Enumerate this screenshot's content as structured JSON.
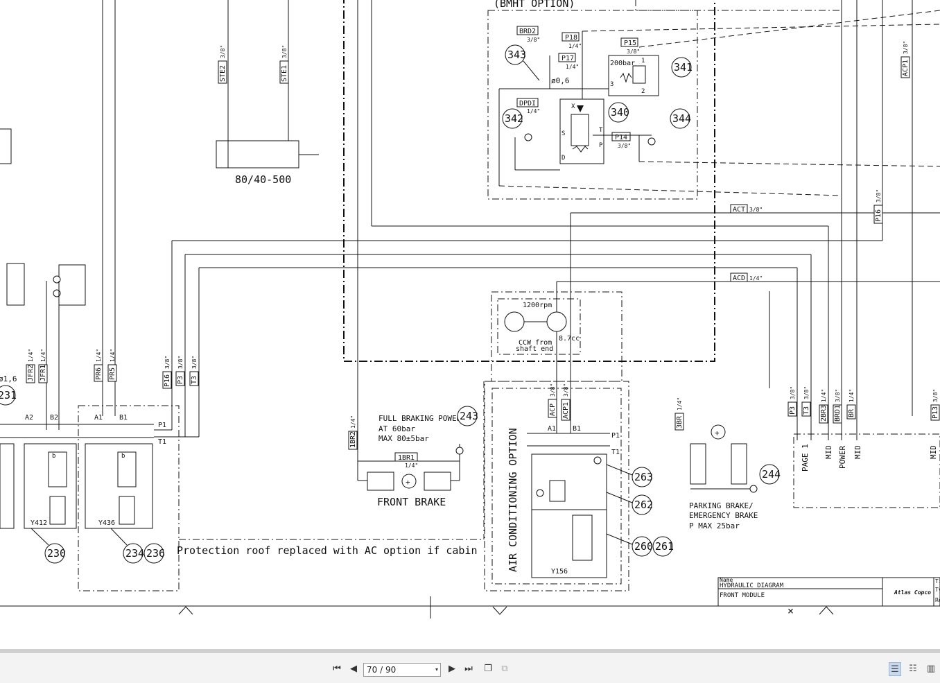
{
  "diagram": {
    "title_block": {
      "name_caption": "Name",
      "title": "HYDRAULIC DIAGRAM",
      "subtitle": "FRONT MODULE",
      "logo_text": "Atlas Copco",
      "edge_marks": [
        "Ti",
        "Tv",
        "Re"
      ]
    },
    "option_label": "(BMHT OPTION)",
    "cylinder_label": "80/40-500",
    "hose_tags": [
      {
        "tag": "STE2",
        "size": "3/8\""
      },
      {
        "tag": "STE1",
        "size": "3/8\""
      },
      {
        "tag": "BRD2",
        "size": "3/8\""
      },
      {
        "tag": "P18",
        "size": "1/4\""
      },
      {
        "tag": "P17",
        "size": "1/4\""
      },
      {
        "tag": "P15",
        "size": "3/8\""
      },
      {
        "tag": "DPDI",
        "size": "1/4\""
      },
      {
        "tag": "P14",
        "size": "3/8\""
      },
      {
        "tag": "ACP1",
        "size": "3/8\""
      },
      {
        "tag": "P16",
        "size": "3/8\""
      },
      {
        "tag": "ACT",
        "size": "3/8\""
      },
      {
        "tag": "ACD",
        "size": "1/4\""
      },
      {
        "tag": "JFR2",
        "size": "1/4\""
      },
      {
        "tag": "JFR1",
        "size": "1/4\""
      },
      {
        "tag": "PR6",
        "size": "1/4\""
      },
      {
        "tag": "PR5",
        "size": "1/4\""
      },
      {
        "tag": "P16",
        "size": "3/8\""
      },
      {
        "tag": "P3",
        "size": "3/8\""
      },
      {
        "tag": "T3",
        "size": "3/8\""
      },
      {
        "tag": "1BR2",
        "size": "1/4\""
      },
      {
        "tag": "1BR1",
        "size": "1/4\""
      },
      {
        "tag": "ACP",
        "size": "3/8\""
      },
      {
        "tag": "ACP1",
        "size": "3/8\""
      },
      {
        "tag": "3BR",
        "size": "1/4\""
      },
      {
        "tag": "P3",
        "size": "3/8\""
      },
      {
        "tag": "T3",
        "size": "3/8\""
      },
      {
        "tag": "2BR3",
        "size": "1/4\""
      },
      {
        "tag": "BRD1",
        "size": "3/8\""
      },
      {
        "tag": "BR",
        "size": "1/4\""
      },
      {
        "tag": "P13",
        "size": "3/8\""
      }
    ],
    "component_numbers": [
      "343",
      "341",
      "340",
      "342",
      "344",
      "231",
      "230",
      "234",
      "236",
      "243",
      "263",
      "262",
      "260",
      "261",
      "244"
    ],
    "valve_texts": {
      "relief_pressure": "200bar",
      "orifice": "ø0,6",
      "orifice_left": "ø1,6",
      "pump_speed": "1200rpm",
      "pump_disp": "8.7cc",
      "pump_rotation_1": "CCW from",
      "pump_rotation_2": "shaft end",
      "solenoid_a": "Y412",
      "solenoid_b": "Y436",
      "solenoid_c": "Y156",
      "port_a2": "A2",
      "port_b2": "B2",
      "port_a1": "A1",
      "port_b1": "B1",
      "port_p1": "P1",
      "port_t1": "T1",
      "ac_a1": "A1",
      "ac_b1": "B1",
      "ac_p1": "P1",
      "ac_t1": "T1",
      "p14_x": "X",
      "p14_s": "S",
      "p14_d": "D",
      "p14_t": "T",
      "p14_p": "P",
      "relief_1": "1",
      "relief_2": "2",
      "relief_3": "3"
    },
    "annotations": {
      "full_braking_1": "FULL BRAKING POWER",
      "full_braking_2": "AT 60bar",
      "full_braking_3": "MAX 80±5bar",
      "front_brake": "FRONT BRAKE",
      "air_conditioning": "AIR CONDITIONING OPTION",
      "protection_roof": "Protection roof replaced with AC option if cabin",
      "parking_1": "PARKING BRAKE/",
      "parking_2": "EMERGENCY BRAKE",
      "parking_3": "P MAX 25bar",
      "page_ref": "PAGE 1",
      "mid_1": "MID",
      "power": "POWER",
      "mid_2": "MID",
      "mid_3": "MID"
    }
  },
  "viewer": {
    "page_field": "70 / 90",
    "icons": {
      "first": "first-page-icon",
      "prev": "previous-page-icon",
      "next": "next-page-icon",
      "last": "last-page-icon",
      "fit_width": "fit-width-icon",
      "rotate": "rotate-icon",
      "single": "single-page-view-icon",
      "continuous": "continuous-view-icon",
      "facing": "facing-pages-view-icon"
    },
    "glyphs": {
      "first": "⏮",
      "prev": "◀",
      "next": "▶",
      "last": "⏭",
      "dropdown": "▾",
      "fit_width": "❐",
      "rotate": "⧉",
      "single": "☰",
      "continuous": "☷",
      "facing": "▥"
    }
  }
}
